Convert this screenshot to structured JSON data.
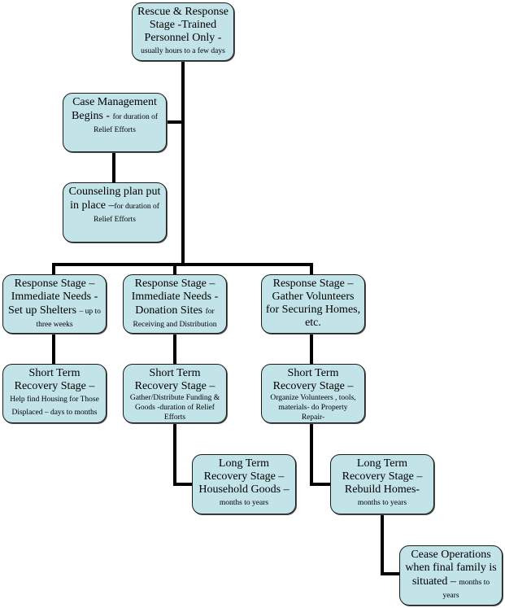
{
  "diagram": {
    "type": "flowchart",
    "colors": {
      "box_fill": "#c2e3e8",
      "box_border": "#1a1a1a",
      "connector": "#000000"
    },
    "nodes": {
      "rescue": {
        "main": "Rescue & Response Stage -Trained Personnel Only -",
        "detail": "usually hours to a few days"
      },
      "case_mgmt": {
        "main_1": "Case Management",
        "main_2": "Begins - ",
        "detail_inline": "for duration of",
        "detail": "Relief Efforts"
      },
      "counseling": {
        "main_1": "Counseling plan put",
        "main_2": "in place –",
        "detail_inline": "for duration of",
        "detail": "Relief Efforts"
      },
      "shelters": {
        "main_1": "Response Stage –",
        "main_2": "Immediate Needs -",
        "main_3": "Set up Shelters ",
        "detail_inline": "– up to",
        "detail": "three weeks"
      },
      "donation": {
        "main_1": "Response Stage –",
        "main_2": "Immediate Needs -",
        "main_3": "Donation Sites ",
        "detail_inline": "for",
        "detail": "Receiving and Distribution"
      },
      "volunteers": {
        "main_1": "Response Stage –",
        "main_2": "Gather Volunteers",
        "main_3": "for Securing Homes,",
        "main_4": "etc."
      },
      "housing": {
        "main_1": "Short Term",
        "main_2": "Recovery Stage –",
        "detail_1": "Help find Housing for Those",
        "detail_2": "Displaced – days to months"
      },
      "funding": {
        "main_1": "Short Term",
        "main_2": "Recovery Stage –",
        "detail_1": "Gather/Distribute Funding &",
        "detail_2": "Goods -duration of Relief",
        "detail_3": "Efforts"
      },
      "organize": {
        "main_1": "Short Term",
        "main_2": "Recovery Stage –",
        "detail_1": "Organize Volunteers , tools,",
        "detail_2": "materials- do Property",
        "detail_3": "Repair-"
      },
      "household": {
        "main_1": "Long Term",
        "main_2": "Recovery Stage –",
        "main_3": "Household Goods –",
        "detail": "months to years"
      },
      "rebuild": {
        "main_1": "Long Term",
        "main_2": "Recovery Stage –",
        "main_3": "Rebuild Homes-",
        "detail": "months to years"
      },
      "cease": {
        "main_1": "Cease Operations",
        "main_2": "when final family is",
        "main_3": "situated – ",
        "detail_inline": "months to",
        "detail": "years"
      }
    },
    "edges": [
      [
        "rescue",
        "case_mgmt"
      ],
      [
        "case_mgmt",
        "counseling"
      ],
      [
        "rescue",
        "shelters"
      ],
      [
        "rescue",
        "donation"
      ],
      [
        "rescue",
        "volunteers"
      ],
      [
        "shelters",
        "housing"
      ],
      [
        "donation",
        "funding"
      ],
      [
        "volunteers",
        "organize"
      ],
      [
        "funding",
        "household"
      ],
      [
        "organize",
        "rebuild"
      ],
      [
        "rebuild",
        "cease"
      ]
    ]
  }
}
